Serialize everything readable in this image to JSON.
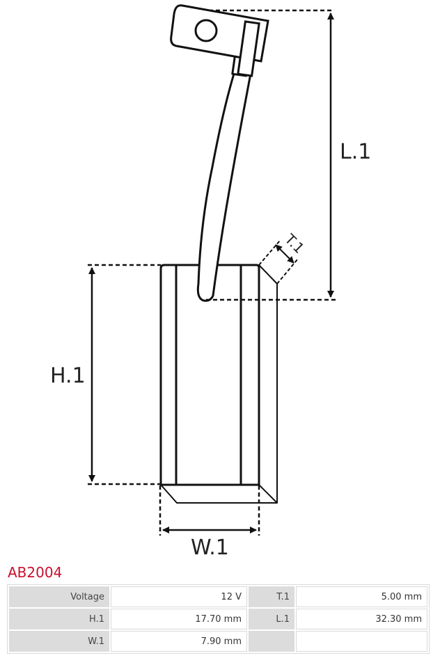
{
  "diagram": {
    "labels": {
      "length": "L.1",
      "height": "H.1",
      "width": "W.1",
      "thickness": "T.1"
    }
  },
  "product": {
    "code": "AB2004",
    "brand_color": "#c8102e"
  },
  "specs": [
    {
      "label": "Voltage",
      "value": "12 V"
    },
    {
      "label": "T.1",
      "value": "5.00 mm"
    },
    {
      "label": "H.1",
      "value": "17.70 mm"
    },
    {
      "label": "L.1",
      "value": "32.30 mm"
    },
    {
      "label": "W.1",
      "value": "7.90 mm"
    },
    {
      "label": "",
      "value": ""
    }
  ]
}
